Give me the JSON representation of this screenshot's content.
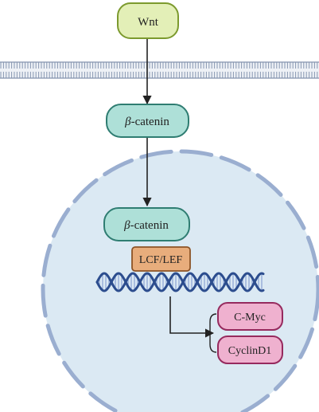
{
  "nodes": {
    "wnt": "Wnt",
    "beta_catenin_cytoplasm": {
      "symbol": "β",
      "rest": "-catenin"
    },
    "beta_catenin_nucleus": {
      "symbol": "β",
      "rest": "-catenin"
    },
    "lcf_lef": "LCF/LEF",
    "c_myc": "C-Myc",
    "cyclind1": "CyclinD1"
  },
  "colors": {
    "wnt_fill": "#e3efb7",
    "wnt_stroke": "#7c9a2e",
    "catenin_fill": "#aee0d8",
    "catenin_stroke": "#2f7d72",
    "lcf_fill": "#e8ad7c",
    "lcf_stroke": "#8c5326",
    "target_fill": "#efb1cf",
    "target_stroke": "#962a5e",
    "nucleus_fill": "#dbe9f3",
    "nucleus_stroke": "#99adcf",
    "membrane": "#8797b1",
    "dna_strand": "#2c4d8e",
    "arrow": "#222222"
  },
  "icons": [
    "cell-membrane-icon",
    "nuclear-envelope-icon",
    "dna-helix-icon"
  ]
}
